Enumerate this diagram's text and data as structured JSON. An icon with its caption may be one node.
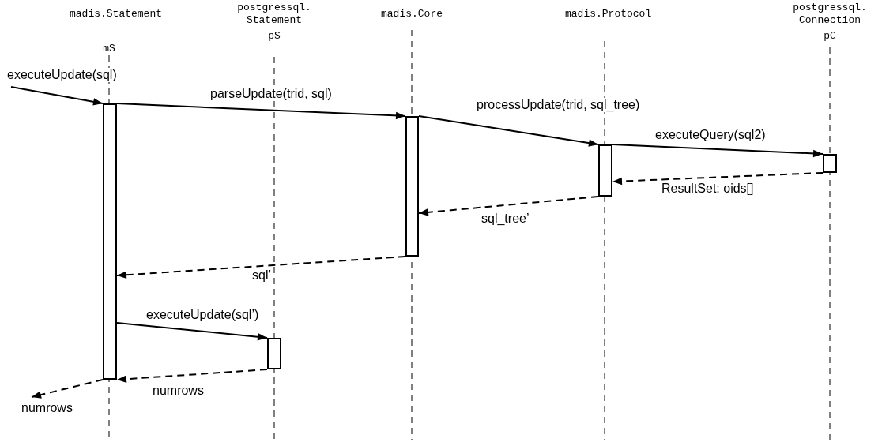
{
  "diagram": {
    "nodes": [
      {
        "text": [
          "madis.Statement",
          "mS"
        ]
      },
      {
        "text": [
          "postgressql. Statement",
          "pS"
        ]
      },
      {
        "text": [
          "madis.Core"
        ]
      },
      {
        "text": [
          "madis.Protocol"
        ]
      },
      {
        "text": [
          "postgressql. Connection",
          "pC"
        ]
      },
      {
        "text": [],
        "shape": "bar"
      },
      {
        "text": [],
        "shape": "bar"
      },
      {
        "text": [],
        "shape": "bar"
      },
      {
        "text": [],
        "shape": "bar"
      },
      {
        "text": [],
        "shape": "bar"
      }
    ],
    "edges": [
      {
        "from": null,
        "to": 5,
        "arrow": "to",
        "label": "executeUpdate(sql)"
      },
      {
        "from": 5,
        "to": 7,
        "arrow": "to",
        "label": "parseUpdate(trid, sql)"
      },
      {
        "from": 7,
        "to": 8,
        "arrow": "to",
        "label": "processUpdate(trid, sql_tree)"
      },
      {
        "from": 8,
        "to": 9,
        "arrow": "to",
        "label": "executeQuery(sql2)"
      },
      {
        "from": 9,
        "to": 8,
        "arrow": "to",
        "label": "ResultSet: oids[]",
        "style": "dashed"
      },
      {
        "from": 8,
        "to": 7,
        "arrow": "to",
        "label": "sql_tree’",
        "style": "dashed"
      },
      {
        "from": 7,
        "to": 5,
        "arrow": "to",
        "label": "sql’",
        "style": "dashed"
      },
      {
        "from": 5,
        "to": 6,
        "arrow": "to",
        "label": "executeUpdate(sql’)"
      },
      {
        "from": 6,
        "to": 5,
        "arrow": "to",
        "label": "numrows",
        "style": "dashed"
      },
      {
        "from": 5,
        "to": null,
        "arrow": "to",
        "label": "numrows",
        "style": "dashed"
      }
    ]
  }
}
